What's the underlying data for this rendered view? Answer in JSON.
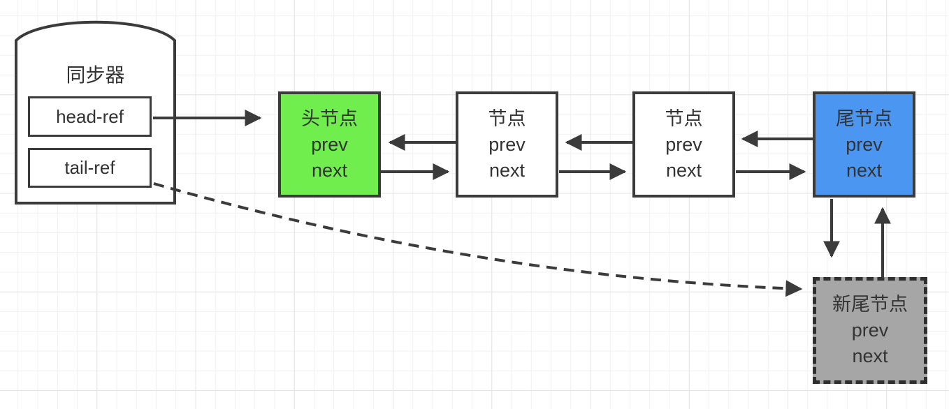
{
  "diagram": {
    "title_hint": "AQS doubly-linked queue enqueue diagram",
    "colors": {
      "stroke": "#3b3b3b",
      "text": "#333333",
      "grid_minor": "#f0f0f0",
      "grid_major": "#e4e4e4",
      "head_node_fill": "#70ee4e",
      "middle_node_fill": "#ffffff",
      "tail_node_fill": "#4b96f0",
      "new_tail_node_fill": "#a6a6a6"
    },
    "synchronizer": {
      "label": "同步器",
      "head_ref": "head-ref",
      "tail_ref": "tail-ref"
    },
    "nodes": [
      {
        "role": "head",
        "title": "头节点",
        "prev": "prev",
        "next": "next",
        "fill": "#70ee4e",
        "border": "solid"
      },
      {
        "role": "middle-1",
        "title": "节点",
        "prev": "prev",
        "next": "next",
        "fill": "#ffffff",
        "border": "solid"
      },
      {
        "role": "middle-2",
        "title": "节点",
        "prev": "prev",
        "next": "next",
        "fill": "#ffffff",
        "border": "solid"
      },
      {
        "role": "tail",
        "title": "尾节点",
        "prev": "prev",
        "next": "next",
        "fill": "#4b96f0",
        "border": "solid"
      },
      {
        "role": "new-tail",
        "title": "新尾节点",
        "prev": "prev",
        "next": "next",
        "fill": "#a6a6a6",
        "border": "dashed"
      }
    ],
    "edges": [
      {
        "id": "head-ref-to-head",
        "from": "head-ref",
        "to": "头节点",
        "line": "solid"
      },
      {
        "id": "node1-prev-to-head",
        "from": "节点#1 prev",
        "to": "头节点",
        "line": "solid"
      },
      {
        "id": "head-next-to-node1",
        "from": "头节点 next",
        "to": "节点#1",
        "line": "solid"
      },
      {
        "id": "node2-prev-to-node1",
        "from": "节点#2 prev",
        "to": "节点#1",
        "line": "solid"
      },
      {
        "id": "node1-next-to-node2",
        "from": "节点#1 next",
        "to": "节点#2",
        "line": "solid"
      },
      {
        "id": "tail-prev-to-node2",
        "from": "尾节点 prev",
        "to": "节点#2",
        "line": "solid"
      },
      {
        "id": "node2-next-to-tail",
        "from": "节点#2 next",
        "to": "尾节点",
        "line": "solid"
      },
      {
        "id": "tail-down-to-newtail",
        "from": "尾节点",
        "to": "新尾节点",
        "line": "solid"
      },
      {
        "id": "newtail-up-to-tail",
        "from": "新尾节点",
        "to": "尾节点",
        "line": "solid"
      },
      {
        "id": "tail-ref-to-newtail",
        "from": "tail-ref",
        "to": "新尾节点",
        "line": "dashed"
      }
    ]
  }
}
